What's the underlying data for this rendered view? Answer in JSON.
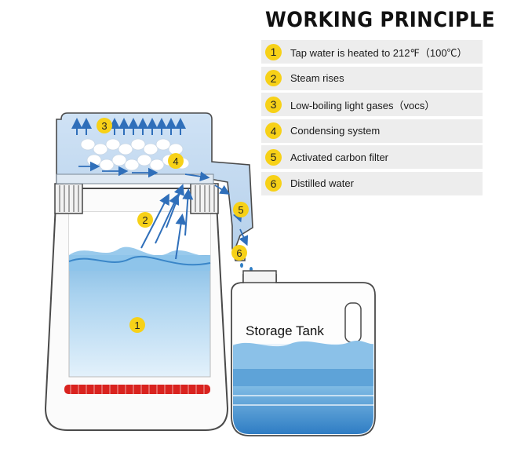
{
  "header": {
    "title": "WORKING PRINCIPLE"
  },
  "legend": [
    {
      "num": "1",
      "text": "Tap water is heated to 212℉（100℃）"
    },
    {
      "num": "2",
      "text": "Steam rises"
    },
    {
      "num": "3",
      "text": "Low-boiling light gases（vocs）"
    },
    {
      "num": "4",
      "text": "Condensing system"
    },
    {
      "num": "5",
      "text": "Activated carbon filter"
    },
    {
      "num": "6",
      "text": "Distilled water"
    }
  ],
  "diagram": {
    "tank_label": "Storage Tank",
    "markers": [
      "1",
      "2",
      "3",
      "4",
      "5",
      "6"
    ]
  },
  "colors": {
    "badge": "#f7d117",
    "arrow": "#2f6fba",
    "water": "#6fb3e0",
    "heater": "#d9231f",
    "lid": "#c9dff3"
  }
}
